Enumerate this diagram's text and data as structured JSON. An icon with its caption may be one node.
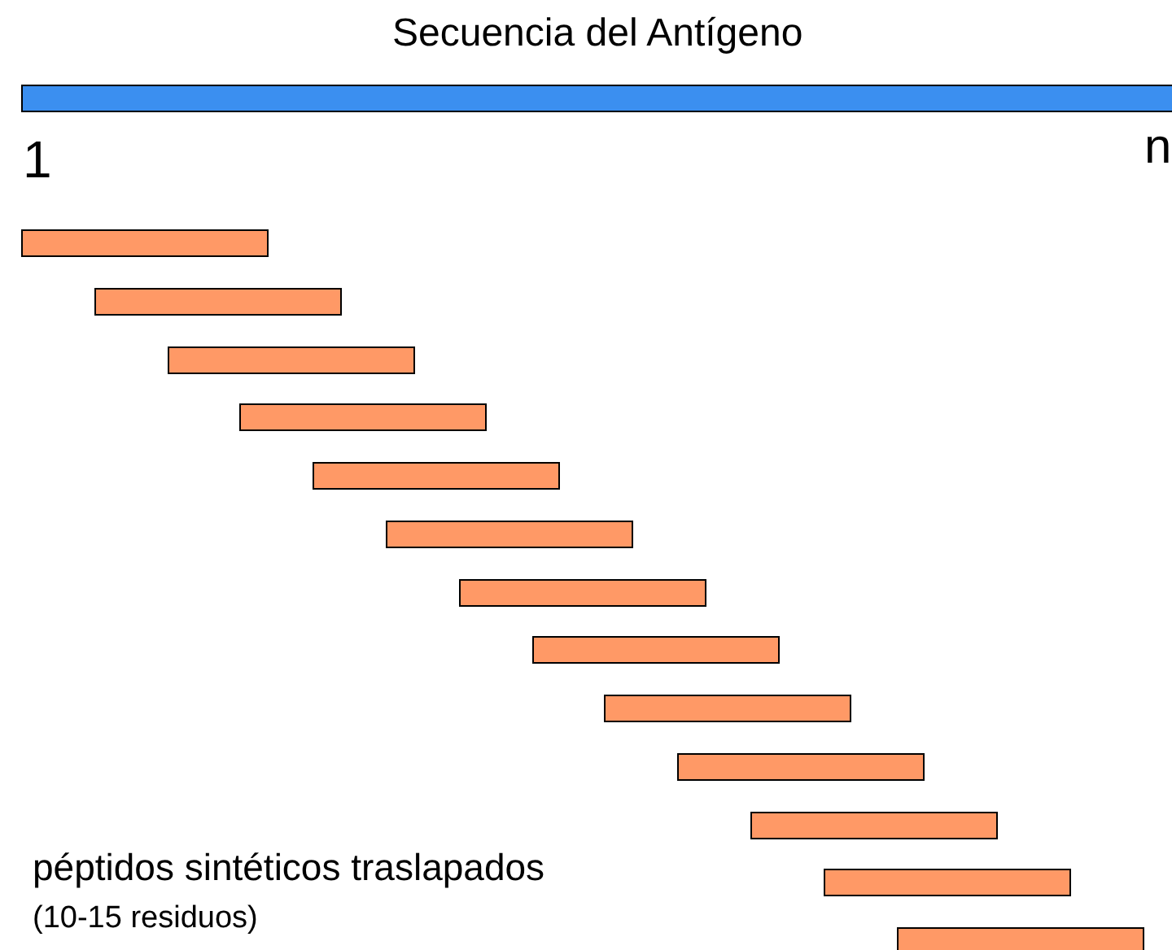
{
  "diagram": {
    "title": "Secuencia del Antígeno",
    "nodes": [
      {
        "text": [],
        "shape": "bar"
      },
      {
        "text": [],
        "shape": "bar"
      },
      {
        "text": [],
        "shape": "bar"
      },
      {
        "text": [],
        "shape": "bar"
      },
      {
        "text": [],
        "shape": "bar"
      },
      {
        "text": [],
        "shape": "bar"
      },
      {
        "text": [],
        "shape": "bar"
      },
      {
        "text": [],
        "shape": "bar"
      },
      {
        "text": [],
        "shape": "bar"
      },
      {
        "text": [],
        "shape": "bar"
      },
      {
        "text": [],
        "shape": "bar"
      },
      {
        "text": [],
        "shape": "bar"
      },
      {
        "text": [],
        "shape": "bar"
      },
      {
        "text": [],
        "shape": "bar"
      }
    ],
    "labels": [
      "1",
      "n",
      "péptidos sintéticos traslapados",
      "(10-15 residuos)"
    ]
  }
}
